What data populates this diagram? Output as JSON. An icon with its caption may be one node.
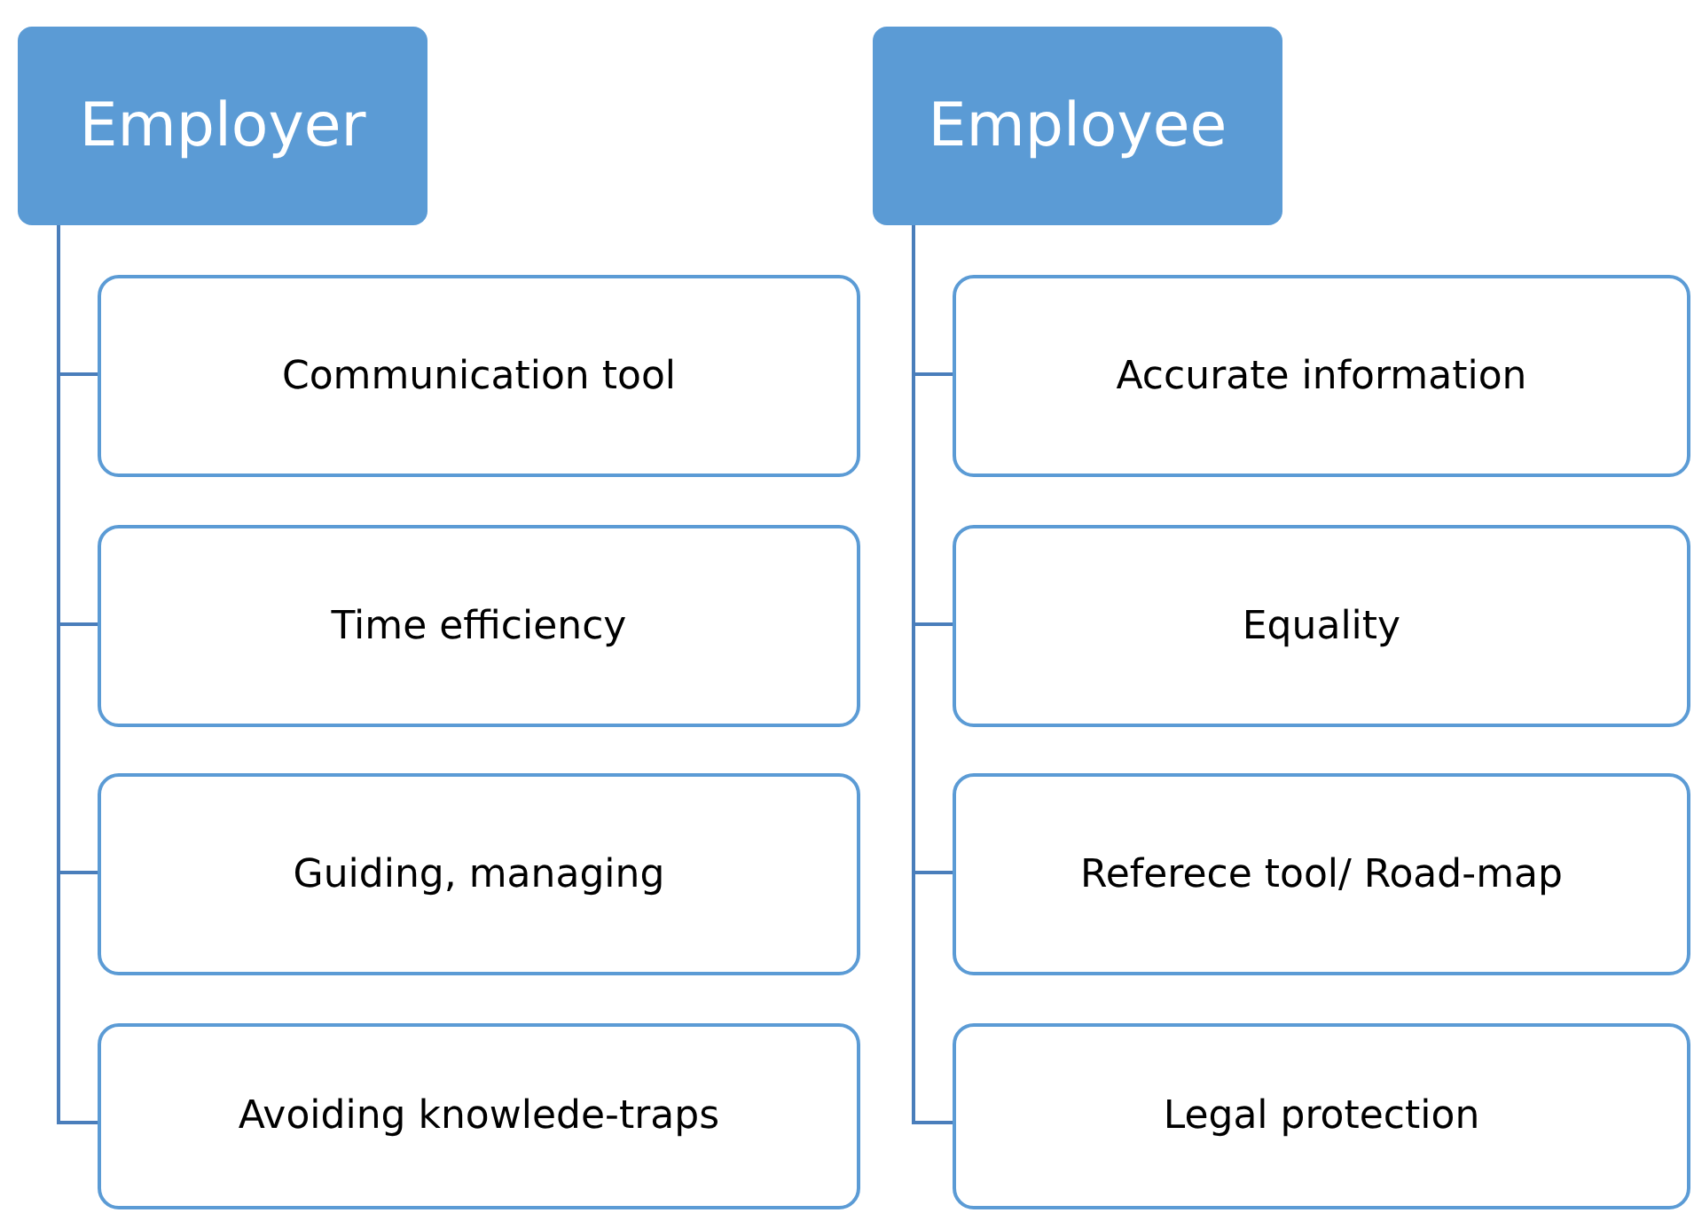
{
  "diagram": {
    "nodes": [
      {
        "text": [
          "Employer"
        ]
      },
      {
        "text": [
          "Communication tool"
        ]
      },
      {
        "text": [
          "Time efficiency"
        ]
      },
      {
        "text": [
          "Guiding, managing"
        ]
      },
      {
        "text": [
          "Avoiding knowlede-traps"
        ]
      },
      {
        "text": [
          "Employee"
        ]
      },
      {
        "text": [
          "Accurate information"
        ]
      },
      {
        "text": [
          "Equality"
        ]
      },
      {
        "text": [
          "Referece tool/ Road-map"
        ]
      },
      {
        "text": [
          "Legal protection"
        ]
      }
    ],
    "edges": [
      {
        "from": 0,
        "to": 1,
        "arrow": "none"
      },
      {
        "from": 0,
        "to": 2,
        "arrow": "none"
      },
      {
        "from": 0,
        "to": 3,
        "arrow": "none"
      },
      {
        "from": 0,
        "to": 4,
        "arrow": "none"
      },
      {
        "from": 5,
        "to": 6,
        "arrow": "none"
      },
      {
        "from": 5,
        "to": 7,
        "arrow": "none"
      },
      {
        "from": 5,
        "to": 8,
        "arrow": "none"
      },
      {
        "from": 5,
        "to": 9,
        "arrow": "none"
      }
    ]
  }
}
